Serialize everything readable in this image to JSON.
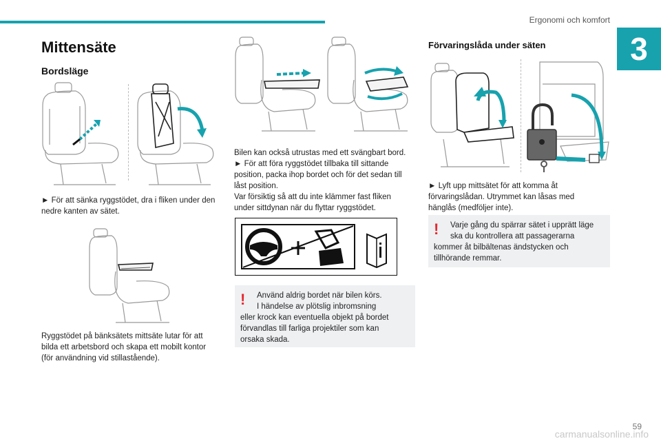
{
  "header": {
    "section_title": "Ergonomi och komfort",
    "chapter_number": "3",
    "accent": "#17a2ae"
  },
  "page_number": "59",
  "watermark": "carmanualsonline.info",
  "col1": {
    "title": "Mittensäte",
    "subtitle": "Bordsläge",
    "step_text": "► För att sänka ryggstödet, dra i fliken under den nedre kanten av sätet.",
    "caption_lines": [
      "Ryggstödet på bänksätets mittsäte lutar för att",
      "bilda ett arbetsbord och skapa ett mobilt kontor",
      "(för användning vid stillastående)."
    ]
  },
  "col2": {
    "text_lines": [
      "Bilen kan också utrustas med ett svängbart bord.",
      "► För att föra ryggstödet tillbaka till sittande",
      "position, packa ihop bordet och för det sedan till",
      "låst position.",
      "Var försiktig så att du inte klämmer fast fliken",
      "under sittdynan när du flyttar ryggstödet."
    ],
    "warning_lines": [
      "Använd aldrig bordet när bilen körs.",
      "I händelse av plötslig inbromsning",
      "eller krock kan eventuella objekt på bordet",
      "förvandlas till farliga projektiler som kan",
      "orsaka skada."
    ],
    "warning_icon": "!"
  },
  "col3": {
    "title": "Förvaringslåda under säten",
    "step_lines": [
      "► Lyft upp mittsätet för att komma åt",
      "förvaringslådan. Utrymmet kan låsas med",
      "hänglås (medföljer inte)."
    ],
    "warning_lines": [
      "Varje gång du spärrar sätet i upprätt läge",
      "ska du kontrollera att passagerarna",
      "kommer åt bilbältenas ändstycken och",
      "tillhörande remmar."
    ],
    "warning_icon": "!"
  },
  "colors": {
    "arrow": "#17a2ae",
    "warning": "#e5282f",
    "panel": "#eef0f2"
  }
}
